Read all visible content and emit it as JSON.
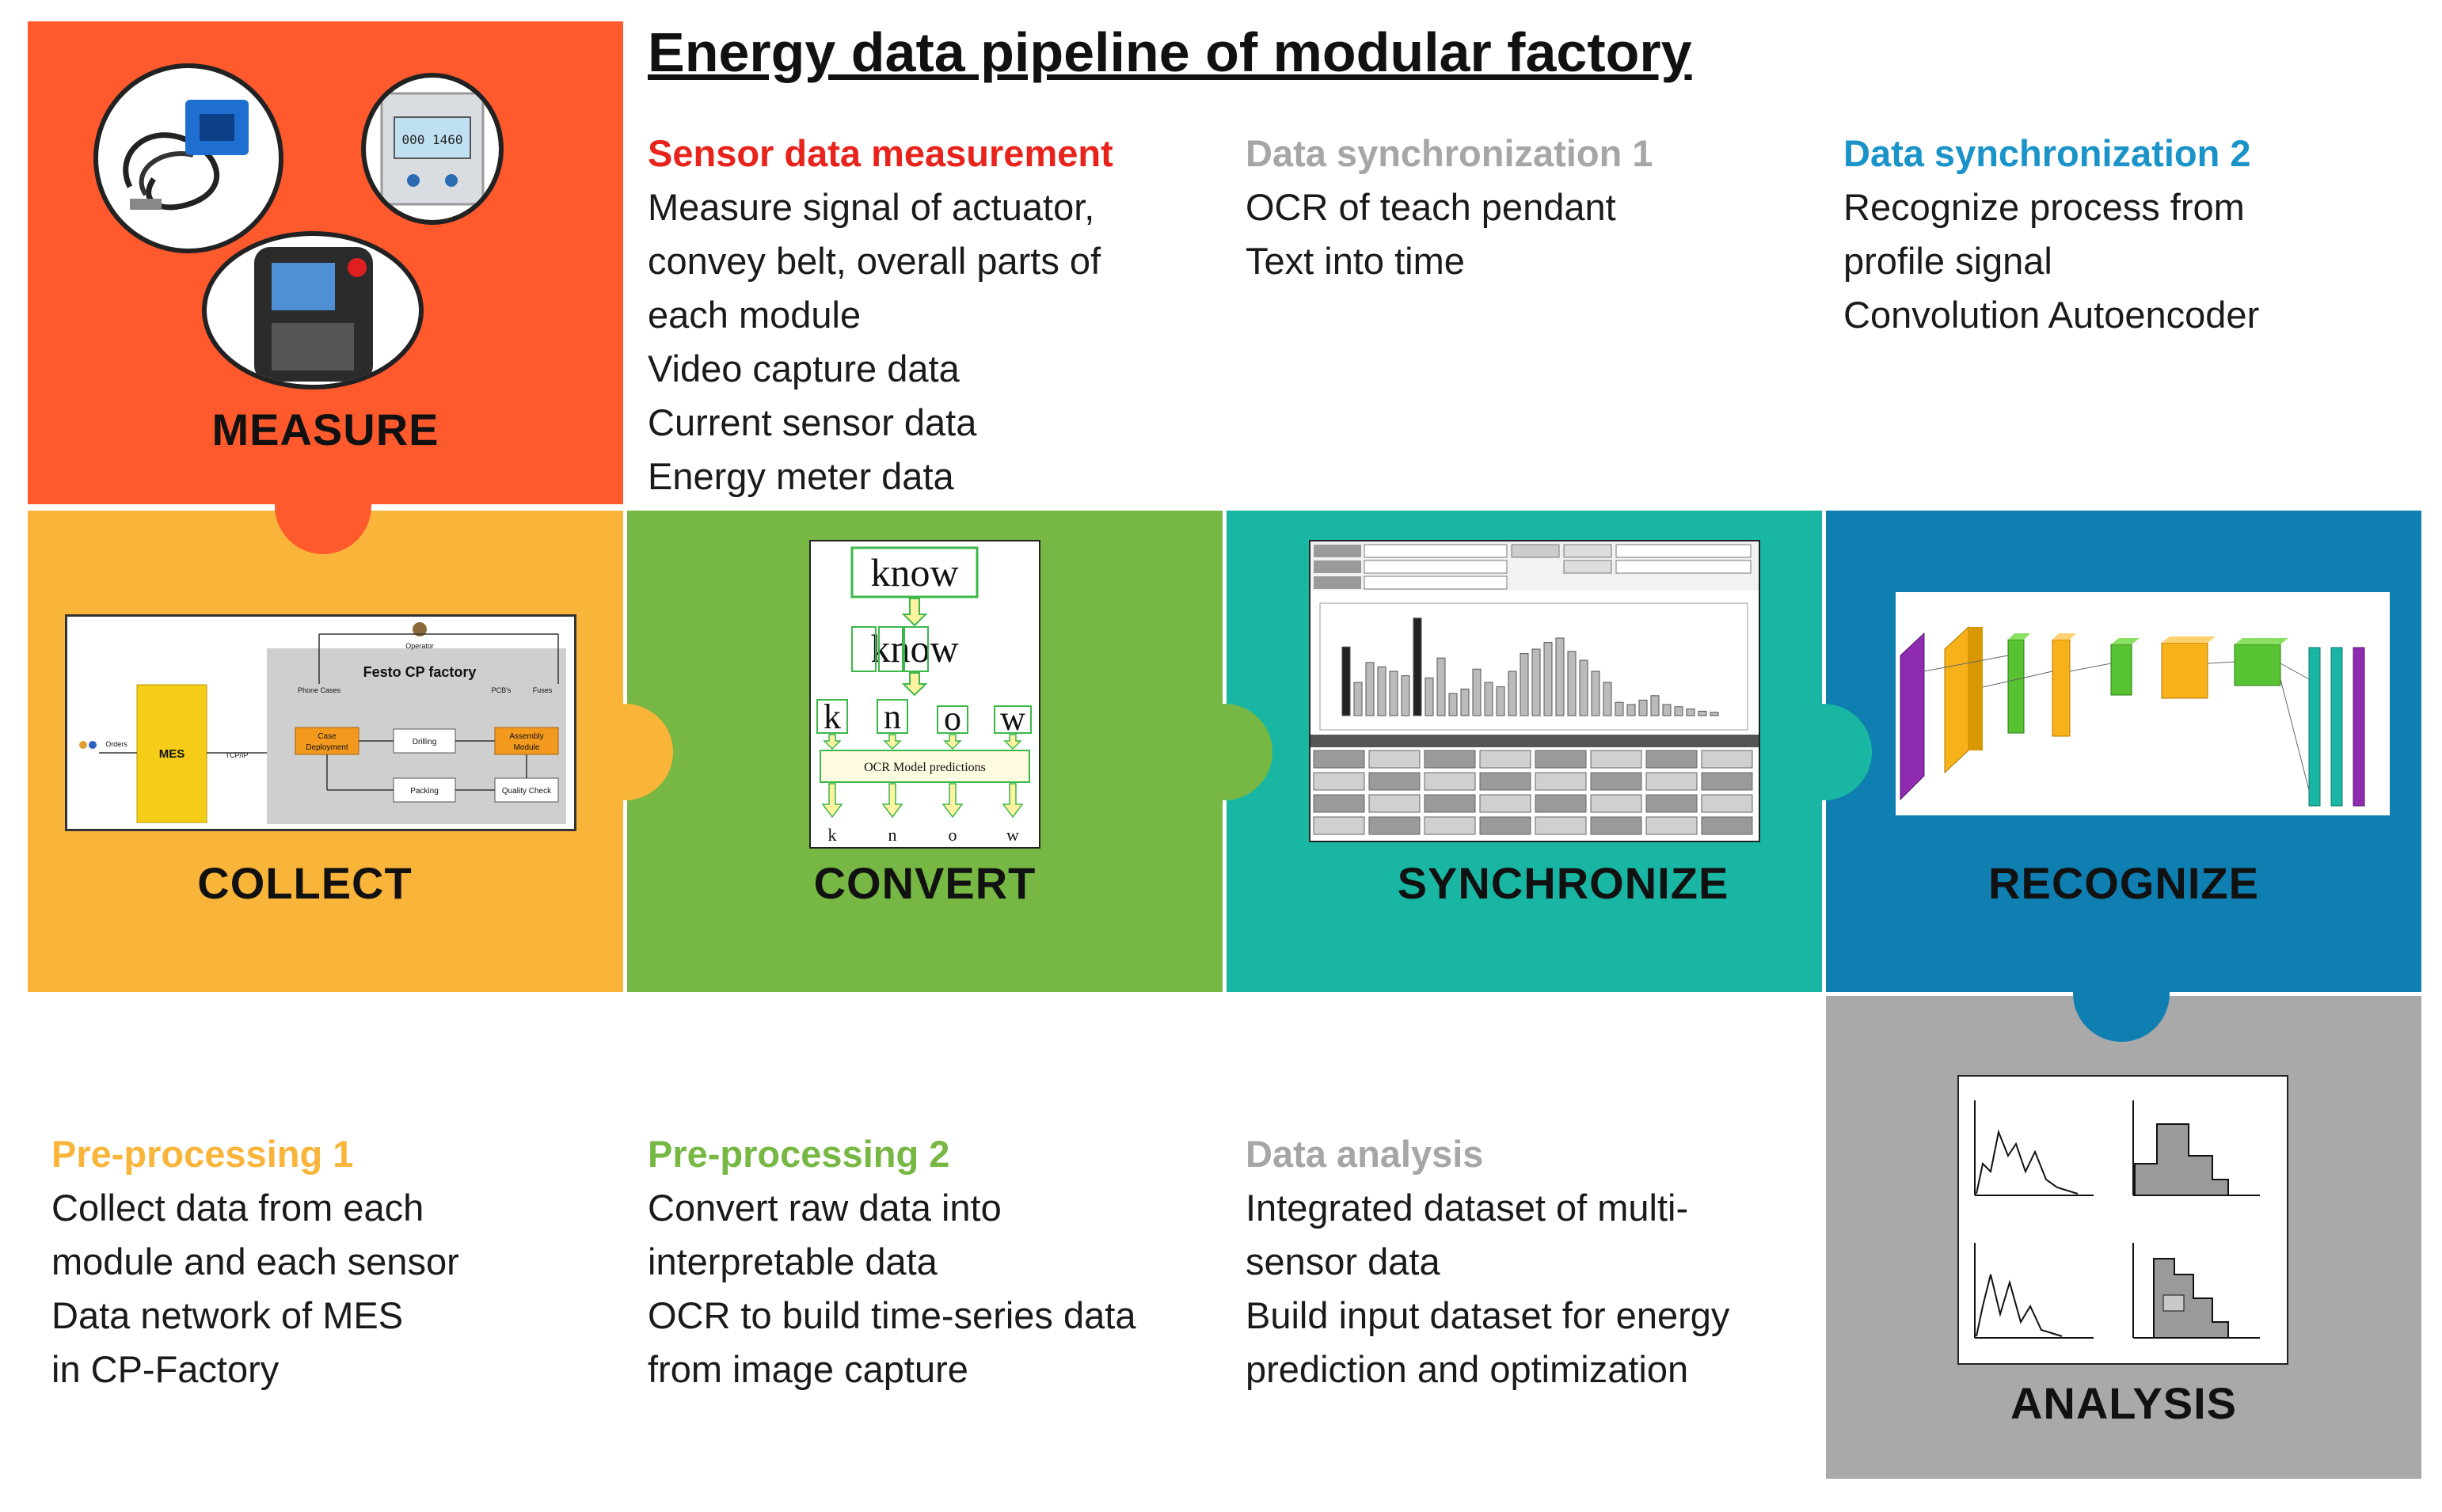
{
  "title": "Energy data pipeline of modular factory",
  "colors": {
    "measure": "#ff5a2e",
    "collect": "#f9b43a",
    "convert": "#76b843",
    "synchronize": "#19b7a3",
    "recognize": "#0f7eb0",
    "analysis": "#a9a9a9"
  },
  "tiles": {
    "measure": "MEASURE",
    "collect": "COLLECT",
    "convert": "CONVERT",
    "synchronize": "SYNCHRONIZE",
    "recognize": "RECOGNIZE",
    "analysis": "ANALYSIS"
  },
  "sections": {
    "sensor": {
      "title": "Sensor data measurement",
      "color": "#e8231b",
      "lines": [
        "Measure signal of actuator,",
        "convey belt, overall parts of",
        "each module",
        "Video capture data",
        "Current sensor data",
        "Energy meter data"
      ]
    },
    "sync1": {
      "title": "Data synchronization 1",
      "color": "#a6a6a6",
      "lines": [
        "OCR of teach pendant",
        "Text into time"
      ]
    },
    "sync2": {
      "title": "Data synchronization 2",
      "color": "#1a93c9",
      "lines": [
        "Recognize process from",
        "profile signal",
        "Convolution Autoencoder"
      ]
    },
    "pre1": {
      "title": "Pre-processing 1",
      "color": "#f9b43a",
      "lines": [
        "Collect data from each",
        "module and each sensor",
        "Data network of MES",
        "in CP-Factory"
      ]
    },
    "pre2": {
      "title": "Pre-processing 2",
      "color": "#76b843",
      "lines": [
        "Convert raw data into",
        "interpretable data",
        "OCR to build time-series data",
        "from image capture"
      ]
    },
    "analysis": {
      "title": "Data analysis",
      "color": "#a6a6a6",
      "lines": [
        "Integrated dataset of multi-",
        "sensor data",
        "Build input dataset for energy",
        "prediction and optimization"
      ]
    }
  },
  "collect_diagram": {
    "title": "Festo CP factory",
    "operator": "Operator",
    "orders": "Orders",
    "mes": "MES",
    "tcpip": "TCP/IP",
    "phone_cases": "Phone Cases",
    "pcbs": "PCB's",
    "fuses": "Fuses",
    "case": "Case Deployment",
    "drilling": "Drilling",
    "assembly": "Assembly Module",
    "packing": "Packing",
    "quality": "Quality Check"
  },
  "convert_diagram": {
    "word1": "know",
    "word2": "know",
    "chars": [
      "k",
      "n",
      "o",
      "w"
    ],
    "ocr": "OCR Model predictions",
    "out": [
      "k",
      "n",
      "o",
      "w"
    ]
  },
  "measure_meter_display": "000 1460"
}
